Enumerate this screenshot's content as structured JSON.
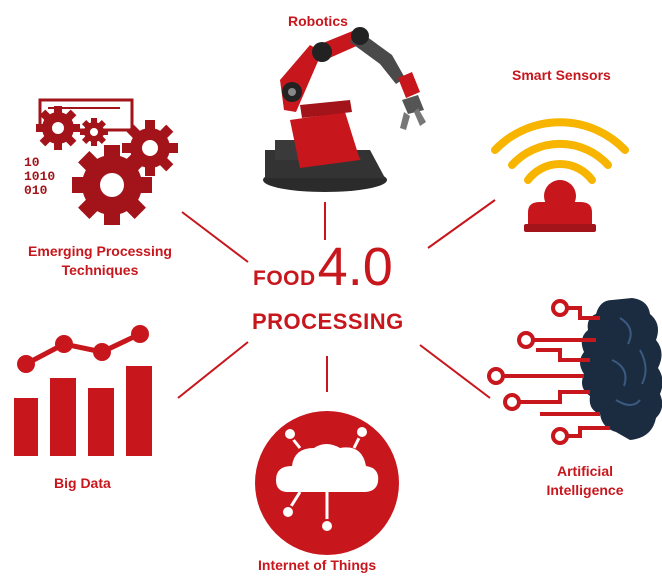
{
  "center": {
    "line1": "FOOD",
    "version": "4.0",
    "line2": "PROCESSING"
  },
  "nodes": {
    "robotics": "Robotics",
    "smart_sensors": "Smart Sensors",
    "emerging_line1": "Emerging Processing",
    "emerging_line2": "Techniques",
    "big_data": "Big Data",
    "iot": "Internet of Things",
    "ai_line1": "Artificial",
    "ai_line2": "Intelligence"
  },
  "icons": {
    "robotics": "robot-arm-icon",
    "smart_sensors": "wireless-sensor-icon",
    "emerging": "gears-binary-icon",
    "big_data": "bar-chart-trend-icon",
    "iot": "cloud-network-icon",
    "ai": "circuit-brain-icon",
    "binary_rows": [
      "10",
      "1010",
      "010"
    ]
  },
  "colors": {
    "accent": "#c8161d",
    "dark_red": "#a3141a",
    "navy": "#1b2b40",
    "amber": "#f7b500",
    "gray": "#3a3a3a"
  }
}
